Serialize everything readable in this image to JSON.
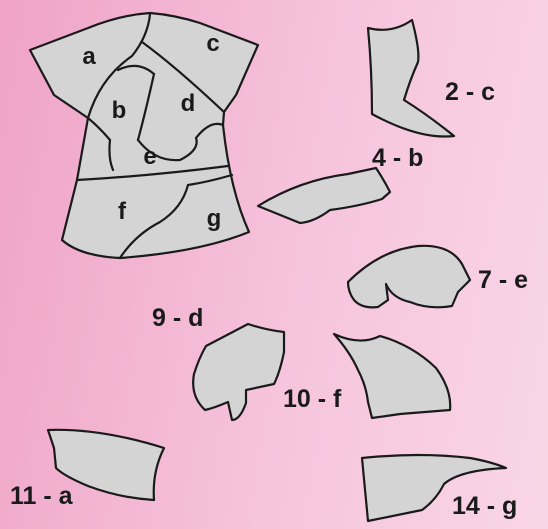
{
  "assembled_labels": {
    "a": "a",
    "b": "b",
    "c": "c",
    "d": "d",
    "e": "e",
    "f": "f",
    "g": "g"
  },
  "pieces": [
    {
      "caption": "2 - c"
    },
    {
      "caption": "4 - b"
    },
    {
      "caption": "7 - e"
    },
    {
      "caption": "9 - d"
    },
    {
      "caption": "10 - f"
    },
    {
      "caption": "11 - a"
    },
    {
      "caption": "14 - g"
    }
  ],
  "colors": {
    "background_left": "#efa3c7",
    "background_right": "#f9d6e7",
    "piece_fill": "#d4d4d4",
    "outline": "#1a1a1a"
  }
}
